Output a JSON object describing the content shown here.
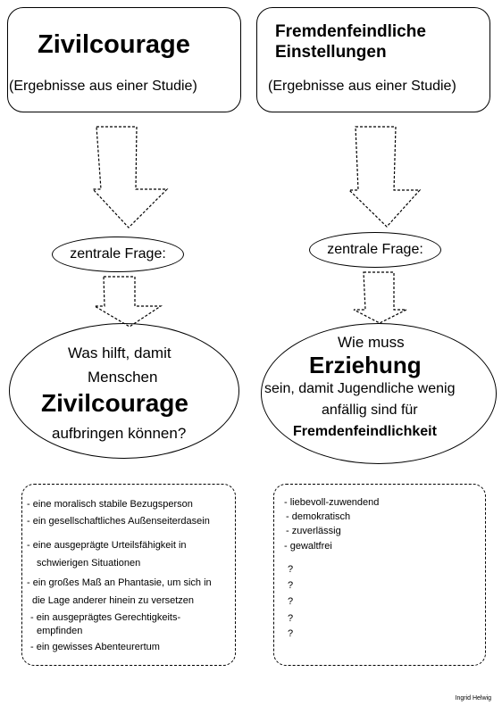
{
  "left": {
    "title": "Zivilcourage",
    "subtitle": "(Ergebnisse aus einer Studie)",
    "question_label": "zentrale Frage:",
    "question": {
      "line1": "Was hilft, damit",
      "line2": "Menschen",
      "line3": "Zivilcourage",
      "line4": "aufbringen können?"
    },
    "items": [
      "- eine moralisch stabile Bezugsperson",
      "- ein gesellschaftliches Außenseiterdasein",
      "- eine ausgeprägte Urteilsfähigkeit in",
      "schwierigen Situationen",
      "- ein großes Maß an Phantasie, um sich in",
      "die Lage anderer hinein zu  versetzen",
      "- ein ausgeprägtes Gerechtigkeits-",
      "empfinden",
      "- ein gewisses Abenteurertum"
    ]
  },
  "right": {
    "title_line1": "Fremdenfeindliche",
    "title_line2": "Einstellungen",
    "subtitle": "(Ergebnisse aus einer Studie)",
    "question_label": "zentrale Frage:",
    "question": {
      "line1": "Wie muss",
      "line2": "Erziehung",
      "line3": "sein, damit Jugendliche wenig",
      "line4": "anfällig sind für",
      "line5": "Fremdenfeindlichkeit"
    },
    "items": [
      "- liebevoll-zuwendend",
      "- demokratisch",
      "- zuverlässig",
      "- gewaltfrei",
      "?",
      "?",
      "?",
      "?",
      "?"
    ]
  },
  "signature": "Ingrid Helwig"
}
